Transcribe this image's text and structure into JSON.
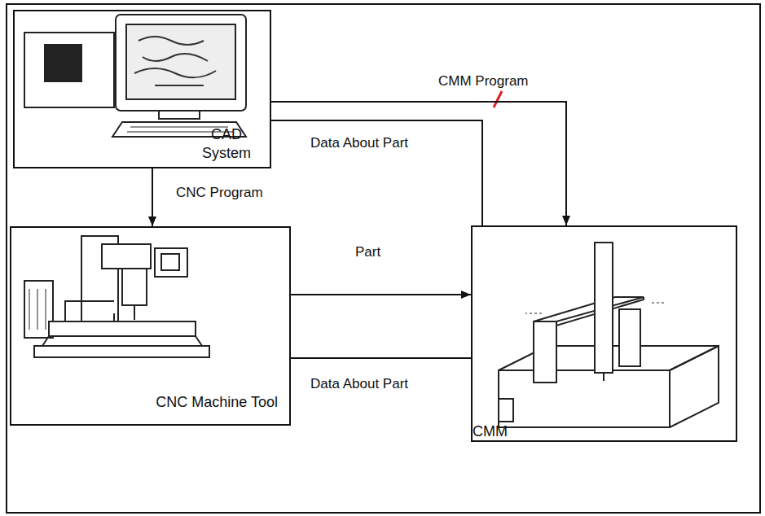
{
  "diagram": {
    "nodes": [
      {
        "text": [
          "CAD System"
        ]
      },
      {
        "text": [
          "CNC Machine Tool"
        ]
      },
      {
        "text": [
          "CMM"
        ]
      }
    ],
    "edges": [
      {
        "from": 0,
        "to": 2,
        "label": "CMM Program",
        "arrow": "to"
      },
      {
        "from": 0,
        "to": 2,
        "label": "Data About Part",
        "arrow": "none"
      },
      {
        "from": 0,
        "to": 1,
        "label": "CNC Program",
        "arrow": "to"
      },
      {
        "from": 1,
        "to": 2,
        "label": "Part",
        "arrow": "to"
      },
      {
        "from": 1,
        "to": 2,
        "label": "Data About Part",
        "arrow": "none"
      }
    ]
  }
}
